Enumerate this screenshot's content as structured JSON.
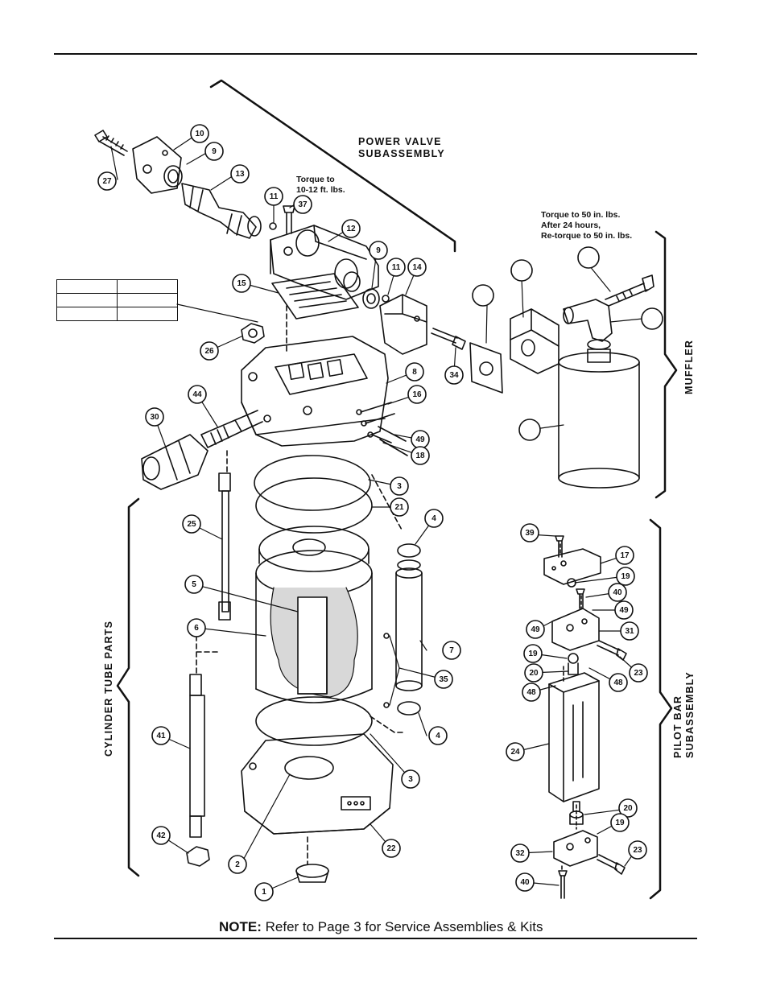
{
  "sections": {
    "power_valve": [
      "POWER VALVE",
      "SUBASSEMBLY"
    ],
    "muffler": "MUFFLER",
    "cylinder": "CYLINDER TUBE PARTS",
    "pilot_bar": [
      "PILOT BAR",
      "SUBASSEMBLY"
    ]
  },
  "torque_notes": {
    "power_valve": [
      "Torque to",
      "10-12 ft. lbs."
    ],
    "muffler": [
      "Torque to 50 in. lbs.",
      "After 24 hours,",
      "Re-torque to 50 in. lbs."
    ]
  },
  "part_numbers": [
    "10",
    "9",
    "27",
    "13",
    "11",
    "37",
    "12",
    "9",
    "11",
    "14",
    "15",
    "26",
    "8",
    "34",
    "16",
    "44",
    "30",
    "49",
    "18",
    "3",
    "21",
    "4",
    "25",
    "5",
    "6",
    "7",
    "35",
    "41",
    "4",
    "3",
    "42",
    "2",
    "22",
    "1",
    "39",
    "17",
    "19",
    "40",
    "49",
    "49",
    "31",
    "19",
    "23",
    "20",
    "48",
    "48",
    "24",
    "20",
    "19",
    "32",
    "23",
    "40"
  ],
  "note": {
    "label": "NOTE:",
    "text": " Refer to Page 3 for Service Assemblies & Kits"
  },
  "colors": {
    "ink": "#111111",
    "paper": "#ffffff",
    "stipple": "#d8d8d8"
  }
}
